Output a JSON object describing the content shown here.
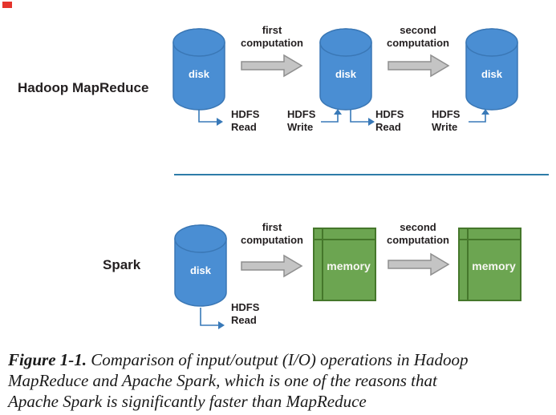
{
  "colors": {
    "disk_fill": "#4a8ed3",
    "disk_stroke": "#3a77b5",
    "memory_fill": "#6ca551",
    "memory_stroke": "#45772b",
    "computation_arrow_fill": "#c4c4c4",
    "computation_arrow_stroke": "#8f8f8f",
    "io_arrow": "#3879b8",
    "divider": "#2e7ca8",
    "corner_mark": "#e5342c",
    "text": "#231f20"
  },
  "hadoop": {
    "row_label": "Hadoop MapReduce",
    "disks": [
      "disk",
      "disk",
      "disk"
    ],
    "arrow1_label": "first computation",
    "arrow2_label": "second computation",
    "io1": "HDFS Read",
    "io2": "HDFS Write",
    "io3": "HDFS Read",
    "io4": "HDFS Write"
  },
  "spark": {
    "row_label": "Spark",
    "disk_label": "disk",
    "arrow1_label": "first computation",
    "arrow2_label": "second computation",
    "memory1_label": "memory",
    "memory2_label": "memory",
    "io1": "HDFS Read"
  },
  "caption": {
    "label": "Figure 1-1.",
    "line1": "Comparison of input/output (I/O) operations in Hadoop",
    "line2": "MapReduce and Apache Spark, which is one of the reasons that",
    "line3": "Apache Spark is significantly faster than MapReduce"
  }
}
